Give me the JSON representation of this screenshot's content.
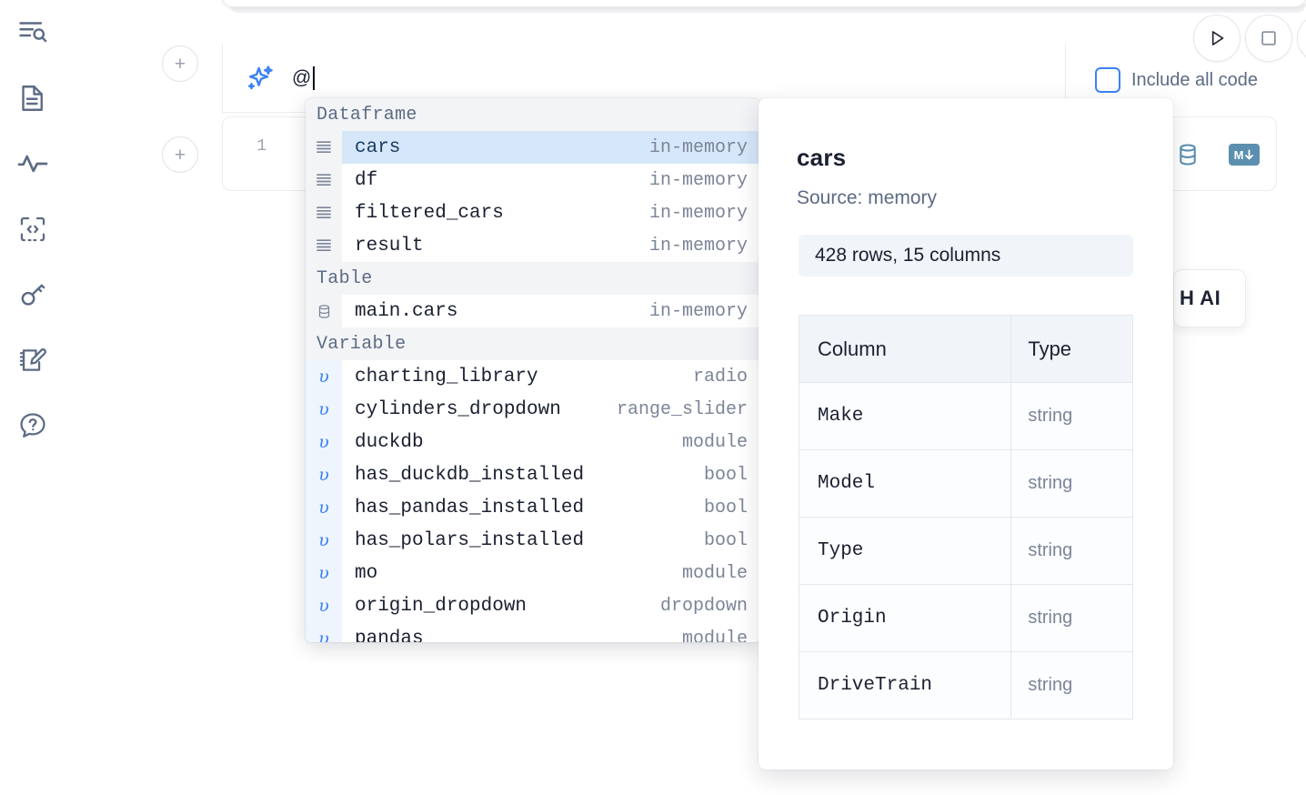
{
  "rail": {
    "items": [
      {
        "name": "outline-search-icon",
        "label": "Outline search"
      },
      {
        "name": "document-icon",
        "label": "Notebook file"
      },
      {
        "name": "activity-icon",
        "label": "Activity"
      },
      {
        "name": "code-snippet-icon",
        "label": "Snippets"
      },
      {
        "name": "key-icon",
        "label": "Secrets"
      },
      {
        "name": "scratchpad-icon",
        "label": "Scratchpad"
      },
      {
        "name": "help-chat-icon",
        "label": "Help"
      }
    ]
  },
  "toolbar": {
    "add_label": "+",
    "run_label": "Run",
    "stop_label": "Stop",
    "include_all_code_label": "Include all code",
    "include_all_code_checked": false,
    "ai_float_label": "H AI"
  },
  "ai_prompt": {
    "icon": "sparkle-icon",
    "value": "@",
    "placeholder": ""
  },
  "code_cell": {
    "line_number": "1",
    "content": "",
    "tools": [
      {
        "name": "database-icon",
        "label": "Database"
      },
      {
        "name": "markdown-icon",
        "label": "M"
      }
    ],
    "markdown_badge": "M"
  },
  "autocomplete": {
    "groups": [
      {
        "label": "Dataframe",
        "items": [
          {
            "icon": "dataframe-icon",
            "name": "cars",
            "type": "in-memory",
            "selected": true
          },
          {
            "icon": "dataframe-icon",
            "name": "df",
            "type": "in-memory",
            "selected": false
          },
          {
            "icon": "dataframe-icon",
            "name": "filtered_cars",
            "type": "in-memory",
            "selected": false
          },
          {
            "icon": "dataframe-icon",
            "name": "result",
            "type": "in-memory",
            "selected": false
          }
        ]
      },
      {
        "label": "Table",
        "items": [
          {
            "icon": "table-icon",
            "name": "main.cars",
            "type": "in-memory",
            "selected": false
          }
        ]
      },
      {
        "label": "Variable",
        "items": [
          {
            "icon": "variable-icon",
            "name": "charting_library",
            "type": "radio",
            "selected": false
          },
          {
            "icon": "variable-icon",
            "name": "cylinders_dropdown",
            "type": "range_slider",
            "selected": false
          },
          {
            "icon": "variable-icon",
            "name": "duckdb",
            "type": "module",
            "selected": false
          },
          {
            "icon": "variable-icon",
            "name": "has_duckdb_installed",
            "type": "bool",
            "selected": false
          },
          {
            "icon": "variable-icon",
            "name": "has_pandas_installed",
            "type": "bool",
            "selected": false
          },
          {
            "icon": "variable-icon",
            "name": "has_polars_installed",
            "type": "bool",
            "selected": false
          },
          {
            "icon": "variable-icon",
            "name": "mo",
            "type": "module",
            "selected": false
          },
          {
            "icon": "variable-icon",
            "name": "origin_dropdown",
            "type": "dropdown",
            "selected": false
          },
          {
            "icon": "variable-icon",
            "name": "pandas",
            "type": "module",
            "selected": false
          }
        ]
      }
    ],
    "variable_glyph": "υ"
  },
  "detail": {
    "title": "cars",
    "source": "Source: memory",
    "stats": "428 rows, 15 columns",
    "table": {
      "headers": [
        "Column",
        "Type"
      ],
      "rows": [
        [
          "Make",
          "string"
        ],
        [
          "Model",
          "string"
        ],
        [
          "Type",
          "string"
        ],
        [
          "Origin",
          "string"
        ],
        [
          "DriveTrain",
          "string"
        ]
      ]
    }
  },
  "colors": {
    "accent": "#3b82f6",
    "selection": "#d6e7f9",
    "group_header_bg": "#f3f4f6",
    "muted_text": "#7b8598",
    "tool_icon": "#5b8fb0"
  }
}
